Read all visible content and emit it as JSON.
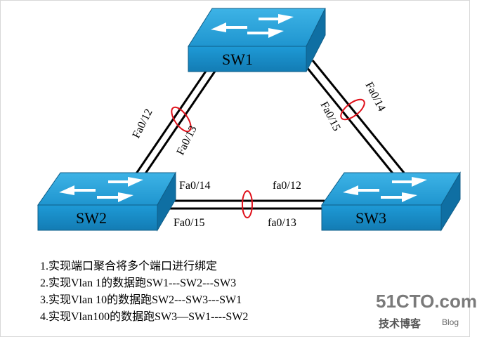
{
  "switches": {
    "sw1": "SW1",
    "sw2": "SW2",
    "sw3": "SW3"
  },
  "ports": {
    "sw1_sw2_a": "Fa0/12",
    "sw1_sw2_b": "Fa0/13",
    "sw1_sw3_a": "Fa0/15",
    "sw1_sw3_b": "Fa0/14",
    "sw2_sw3_sw2_a": "Fa0/14",
    "sw2_sw3_sw2_b": "Fa0/15",
    "sw2_sw3_sw3_a": "fa0/12",
    "sw2_sw3_sw3_b": "fa0/13"
  },
  "tasks": [
    "1.实现端口聚合将多个端口进行绑定",
    "2.实现Vlan 1的数据跑SW1---SW2---SW3",
    "3.实现Vlan 10的数据跑SW2---SW3---SW1",
    "4.实现Vlan100的数据跑SW3—SW1----SW2"
  ],
  "watermark": {
    "logo": "51CTO.com",
    "cn": "技术博客",
    "blog": "Blog"
  },
  "colors": {
    "switch_face": "#1a8fc6",
    "switch_top": "#2fa8dc",
    "bundle_ellipse": "#e0101a",
    "link": "#000000"
  }
}
